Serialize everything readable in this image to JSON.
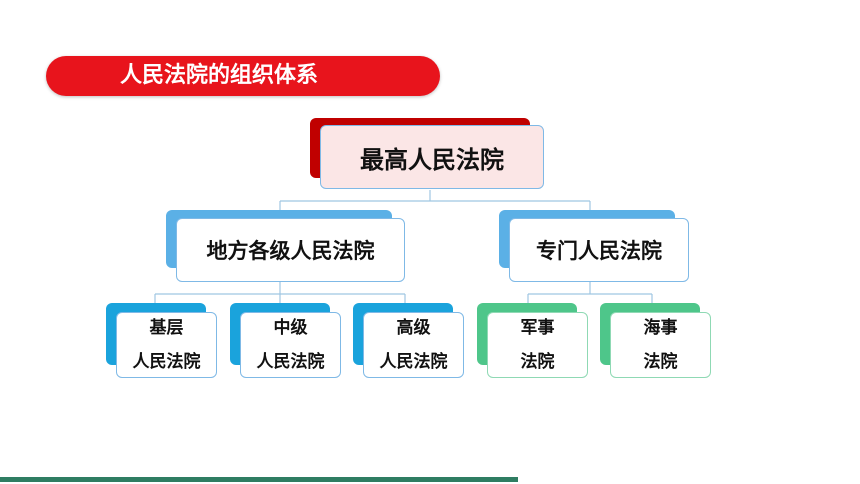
{
  "title": "人民法院的组织体系",
  "colors": {
    "title_bg": "#e8141c",
    "top_back": "#c00000",
    "top_front_bg": "#fbe6e6",
    "mid_back": "#5bb0e6",
    "leaf_blue_back": "#1aa3dc",
    "leaf_green_back": "#4ec68a",
    "connector": "#9fc6e2",
    "bottom_bar": "#2f7d62"
  },
  "org": {
    "top": "最高人民法院",
    "local": "地方各级人民法院",
    "special": "专门人民法院",
    "local_children": [
      {
        "line1": "基层",
        "line2": "人民法院"
      },
      {
        "line1": "中级",
        "line2": "人民法院"
      },
      {
        "line1": "高级",
        "line2": "人民法院"
      }
    ],
    "special_children": [
      {
        "line1": "军事",
        "line2": "法院"
      },
      {
        "line1": "海事",
        "line2": "法院"
      }
    ]
  }
}
